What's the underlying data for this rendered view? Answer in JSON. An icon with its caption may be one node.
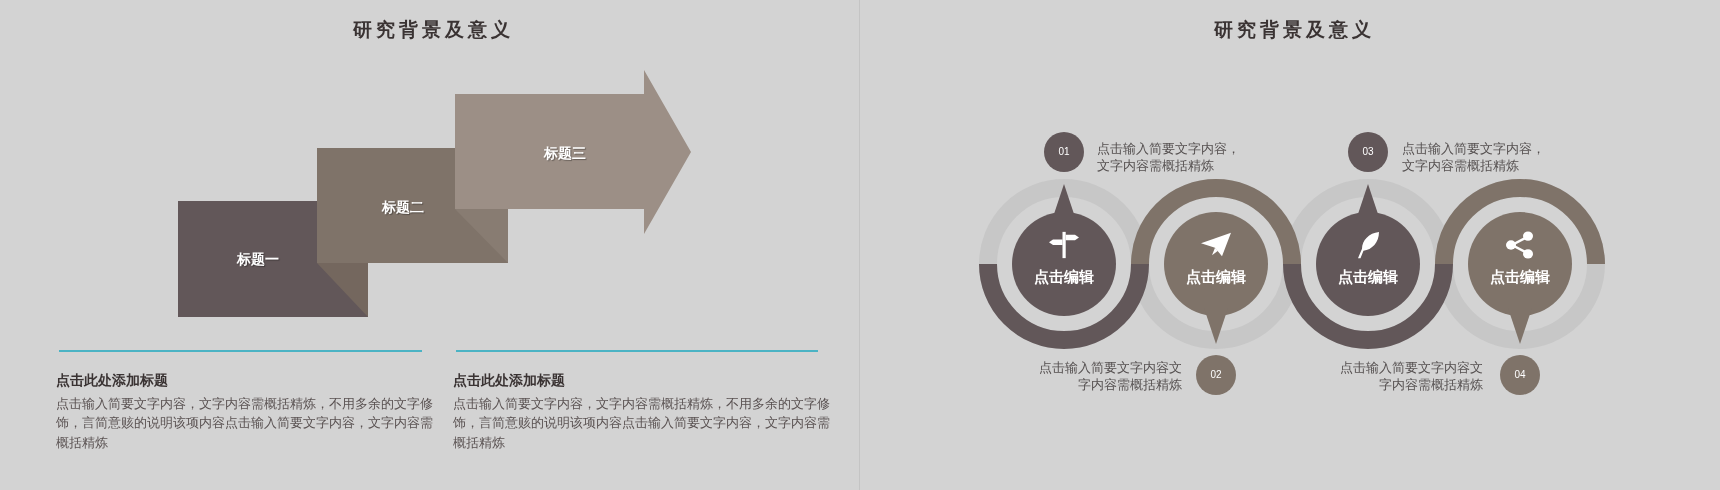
{
  "diagram": {
    "title": "研究背景及意义",
    "nodes": [
      {
        "text": [
          "标题一"
        ]
      },
      {
        "text": [
          "标题二"
        ]
      },
      {
        "text": [
          "标题三"
        ]
      },
      {
        "text": [
          "01"
        ],
        "beside": [
          "点击输入简要文字内容，文字内容需概括精炼"
        ]
      },
      {
        "text": [
          "点击编辑"
        ]
      },
      {
        "text": [
          "点击编辑"
        ]
      },
      {
        "text": [
          "02"
        ],
        "beside": [
          "点击输入简要文字内容文字内容需概括精炼"
        ]
      },
      {
        "text": [
          "03"
        ],
        "beside": [
          "点击输入简要文字内容，文字内容需概括精炼"
        ]
      },
      {
        "text": [
          "点击编辑"
        ]
      },
      {
        "text": [
          "点击编辑"
        ]
      },
      {
        "text": [
          "04"
        ],
        "beside": [
          "点击输入简要文字内容文字内容需概括精炼"
        ]
      }
    ],
    "labels": [
      "点击此处添加标题",
      "点击输入简要文字内容，文字内容需概括精炼，不用多余的文字修饰，言简意赅的说明该项内容点击输入简要文字内容，文字内容需概括精炼",
      "点击此处添加标题",
      "点击输入简要文字内容，文字内容需概括精炼，不用多余的文字修饰，言简意赅的说明该项内容点击输入简要文字内容，文字内容需概括精炼",
      "研究背景及意义"
    ]
  }
}
